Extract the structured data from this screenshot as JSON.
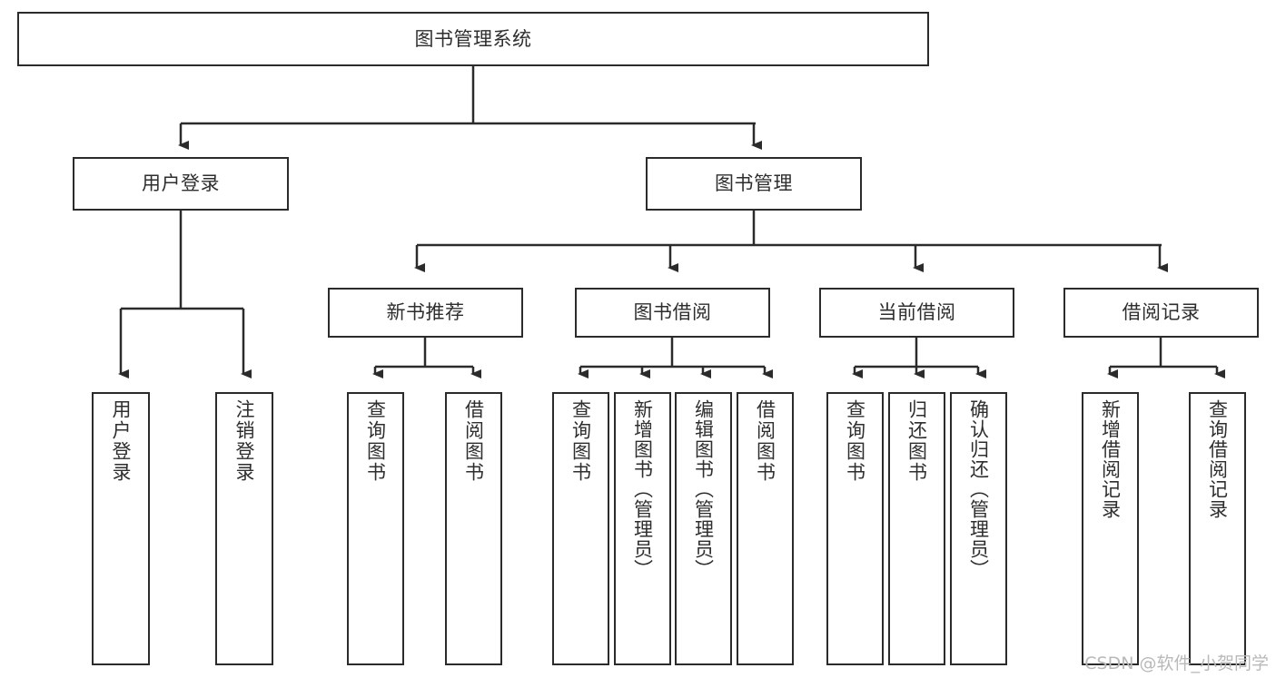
{
  "diagram": {
    "type": "tree-hierarchy",
    "title": "图书管理系统",
    "watermark": "CSDN @软件_小贺同学",
    "colors": {
      "background": "#ffffff",
      "stroke": "#2b2b2b",
      "text": "#2e2e2e",
      "watermark": "#b9b9b9"
    },
    "nodes": {
      "root": {
        "label": "图书管理系统"
      },
      "level1": [
        {
          "id": "user-login",
          "label": "用户登录"
        },
        {
          "id": "book-manage",
          "label": "图书管理"
        }
      ],
      "level2": [
        {
          "id": "new-book-recommend",
          "label": "新书推荐"
        },
        {
          "id": "book-borrow",
          "label": "图书借阅"
        },
        {
          "id": "current-borrow",
          "label": "当前借阅"
        },
        {
          "id": "borrow-record",
          "label": "借阅记录"
        }
      ],
      "leaves": {
        "user_login": [
          {
            "id": "leaf-user-login",
            "label": "用户登录"
          },
          {
            "id": "leaf-logout-login",
            "label": "注销登录"
          }
        ],
        "new_book_recommend": [
          {
            "id": "leaf-query-book-1",
            "label": "查询图书"
          },
          {
            "id": "leaf-borrow-book-1",
            "label": "借阅图书"
          }
        ],
        "book_borrow": [
          {
            "id": "leaf-query-book-2",
            "label": "查询图书"
          },
          {
            "id": "leaf-add-book",
            "label": "新增图书（管理员）"
          },
          {
            "id": "leaf-edit-book",
            "label": "编辑图书（管理员）"
          },
          {
            "id": "leaf-borrow-book-2",
            "label": "借阅图书"
          }
        ],
        "current_borrow": [
          {
            "id": "leaf-query-book-3",
            "label": "查询图书"
          },
          {
            "id": "leaf-return-book",
            "label": "归还图书"
          },
          {
            "id": "leaf-confirm-return",
            "label": "确认归还（管理员）"
          }
        ],
        "borrow_record": [
          {
            "id": "leaf-add-record",
            "label": "新增借阅记录"
          },
          {
            "id": "leaf-query-record",
            "label": "查询借阅记录"
          }
        ]
      }
    }
  }
}
